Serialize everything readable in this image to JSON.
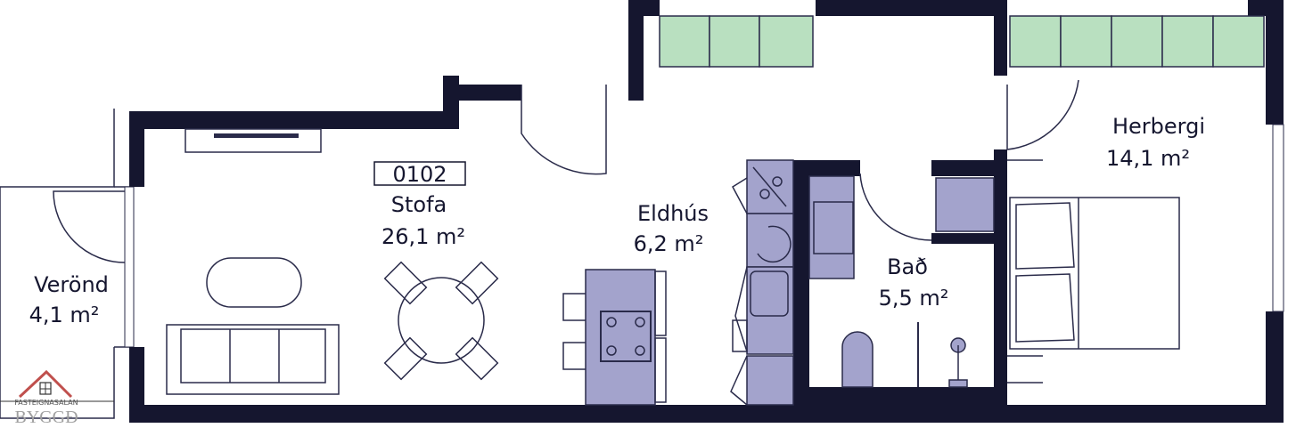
{
  "plan": {
    "unit_number": "0102",
    "rooms": [
      {
        "name": "Stofa",
        "area": "26,1 m²"
      },
      {
        "name": "Eldhús",
        "area": "6,2 m²"
      },
      {
        "name": "Bað",
        "area": "5,5 m²"
      },
      {
        "name": "Herbergi",
        "area": "14,1 m²"
      },
      {
        "name": "Verönd",
        "area": "4,1 m²"
      }
    ]
  },
  "logo": {
    "top": "FASTEIGNASALAN",
    "bottom": "BYGGÐ"
  },
  "colors": {
    "wall": "#15162f",
    "fixture": "#a3a3cc",
    "window": "#b9e0c0",
    "logo_roof": "#c0504d"
  }
}
